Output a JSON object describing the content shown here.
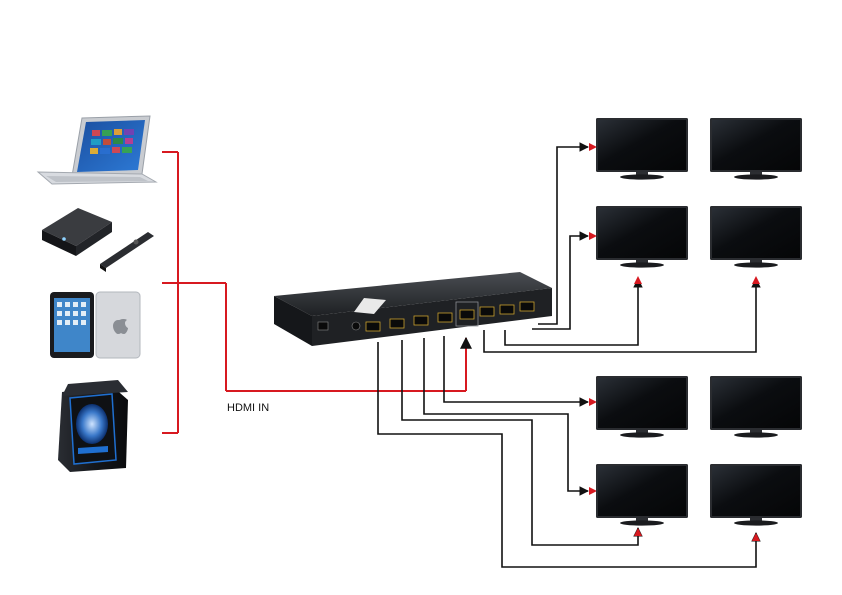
{
  "labels": {
    "hdmi_in": "HDMI IN"
  },
  "colors": {
    "input_line": "#d71920",
    "output_line": "#111111",
    "screen": "#0d0f12",
    "bezel": "#2a2c30"
  },
  "sources": [
    {
      "name": "laptop-icon"
    },
    {
      "name": "media-player-icon"
    },
    {
      "name": "tablet-icon"
    },
    {
      "name": "desktop-tower-icon"
    }
  ],
  "device": {
    "name": "hdmi-splitter",
    "input_ports": 1,
    "output_ports": 8
  },
  "displays": [
    {
      "name": "monitor-1",
      "has_arrow": true
    },
    {
      "name": "monitor-2",
      "has_arrow": false
    },
    {
      "name": "monitor-3",
      "has_arrow": true
    },
    {
      "name": "monitor-4",
      "has_arrow": true
    },
    {
      "name": "monitor-5",
      "has_arrow": true
    },
    {
      "name": "monitor-6",
      "has_arrow": false
    },
    {
      "name": "monitor-7",
      "has_arrow": true
    },
    {
      "name": "monitor-8",
      "has_arrow": true
    }
  ]
}
